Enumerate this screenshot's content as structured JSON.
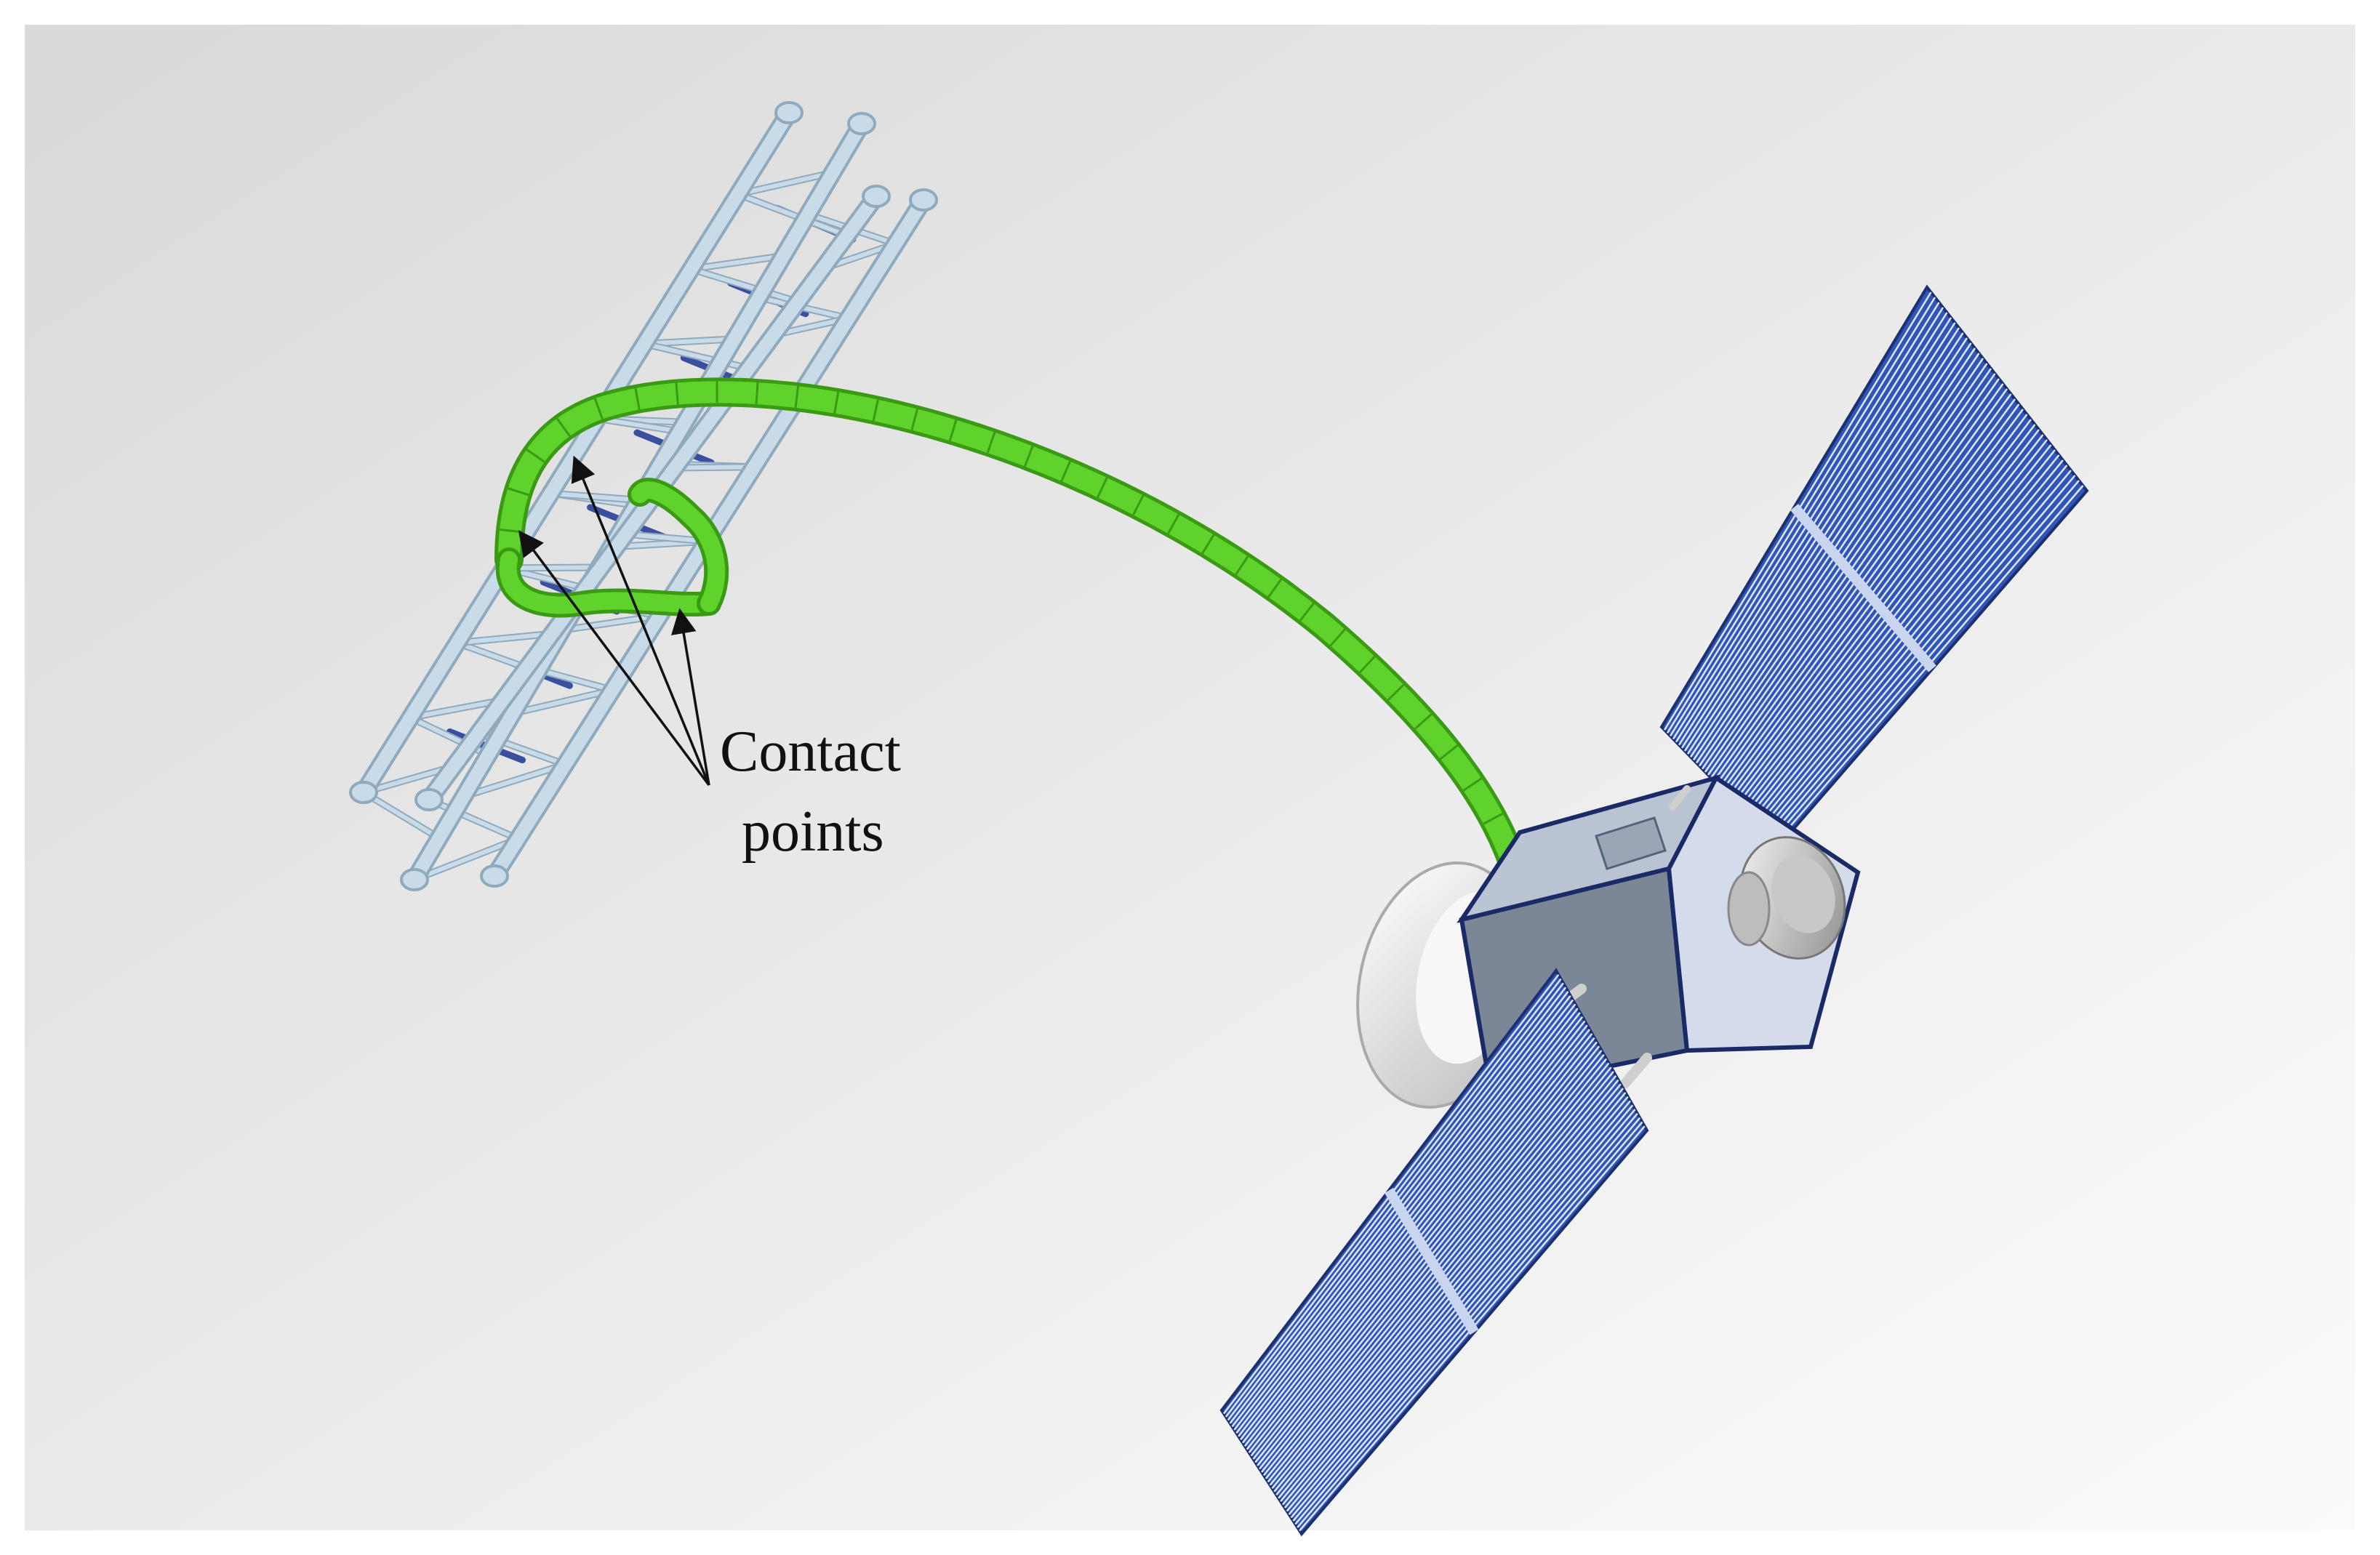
{
  "annotation": {
    "line1": "Contact",
    "line2": "points"
  },
  "colors": {
    "background_light": "#f4f4f4",
    "background_dark": "#d6d6d6",
    "truss": "#c9dbe8",
    "truss_shadow": "#8fa9bd",
    "truss_inner": "#3a4fa0",
    "manipulator": "#5fd32b",
    "manipulator_dark": "#3b9a14",
    "solar_panel": "#2f55b8",
    "solar_panel_line": "#dfe7f7",
    "solar_panel_spine": "#c9d4ee",
    "bus_side": "#7b8796",
    "bus_top": "#b9c3d1",
    "bus_front": "#d4dbea",
    "bus_edge": "#1a2a66",
    "dish": "#eeeeee",
    "arrow": "#111111"
  },
  "icons": [
    "truss-structure",
    "space-manipulator",
    "satellite",
    "solar-panel",
    "antenna-dish"
  ]
}
